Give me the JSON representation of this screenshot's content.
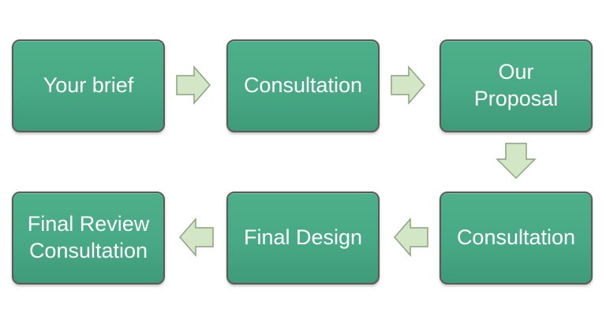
{
  "steps": [
    {
      "label": "Your brief"
    },
    {
      "label": "Consultation"
    },
    {
      "label": "Our\nProposal"
    },
    {
      "label": "Consultation"
    },
    {
      "label": "Final Design"
    },
    {
      "label": "Final Review\nConsultation"
    }
  ],
  "colors": {
    "box_fill": "#47a985",
    "box_border": "#5a5a5a",
    "box_text": "#ffffff",
    "arrow_fill": "#d3e6c6",
    "arrow_stroke": "#8aa47c"
  },
  "arrows": [
    {
      "direction": "right"
    },
    {
      "direction": "right"
    },
    {
      "direction": "down"
    },
    {
      "direction": "left"
    },
    {
      "direction": "left"
    }
  ]
}
